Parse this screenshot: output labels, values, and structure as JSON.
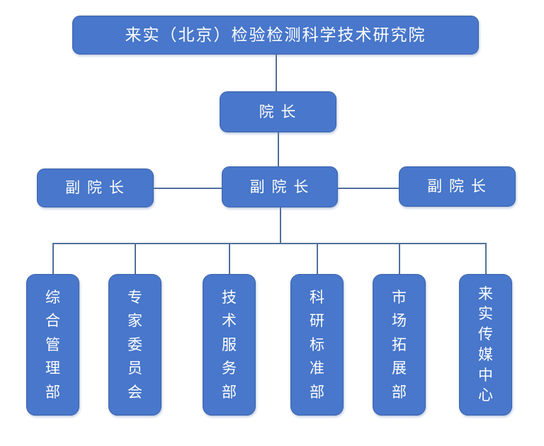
{
  "colors": {
    "page_bg": "#FFFFFF",
    "box_fill": "#4877CB",
    "box_border": "#3D63A8",
    "connector_color": "#51709A",
    "text_color": "#FFFFFF"
  },
  "org_chart": {
    "root": {
      "label": "来实（北京）检验检测科学技术研究院"
    },
    "president": {
      "label": "院 长"
    },
    "vice_presidents": [
      {
        "label": "副 院 长"
      },
      {
        "label": "副 院 长"
      },
      {
        "label": "副 院 长"
      }
    ],
    "departments": [
      {
        "label": "综合管理部"
      },
      {
        "label": "专家委员会"
      },
      {
        "label": "技术服务部"
      },
      {
        "label": "科研标准部"
      },
      {
        "label": "市场拓展部"
      },
      {
        "label": "来实传媒中心"
      }
    ]
  }
}
